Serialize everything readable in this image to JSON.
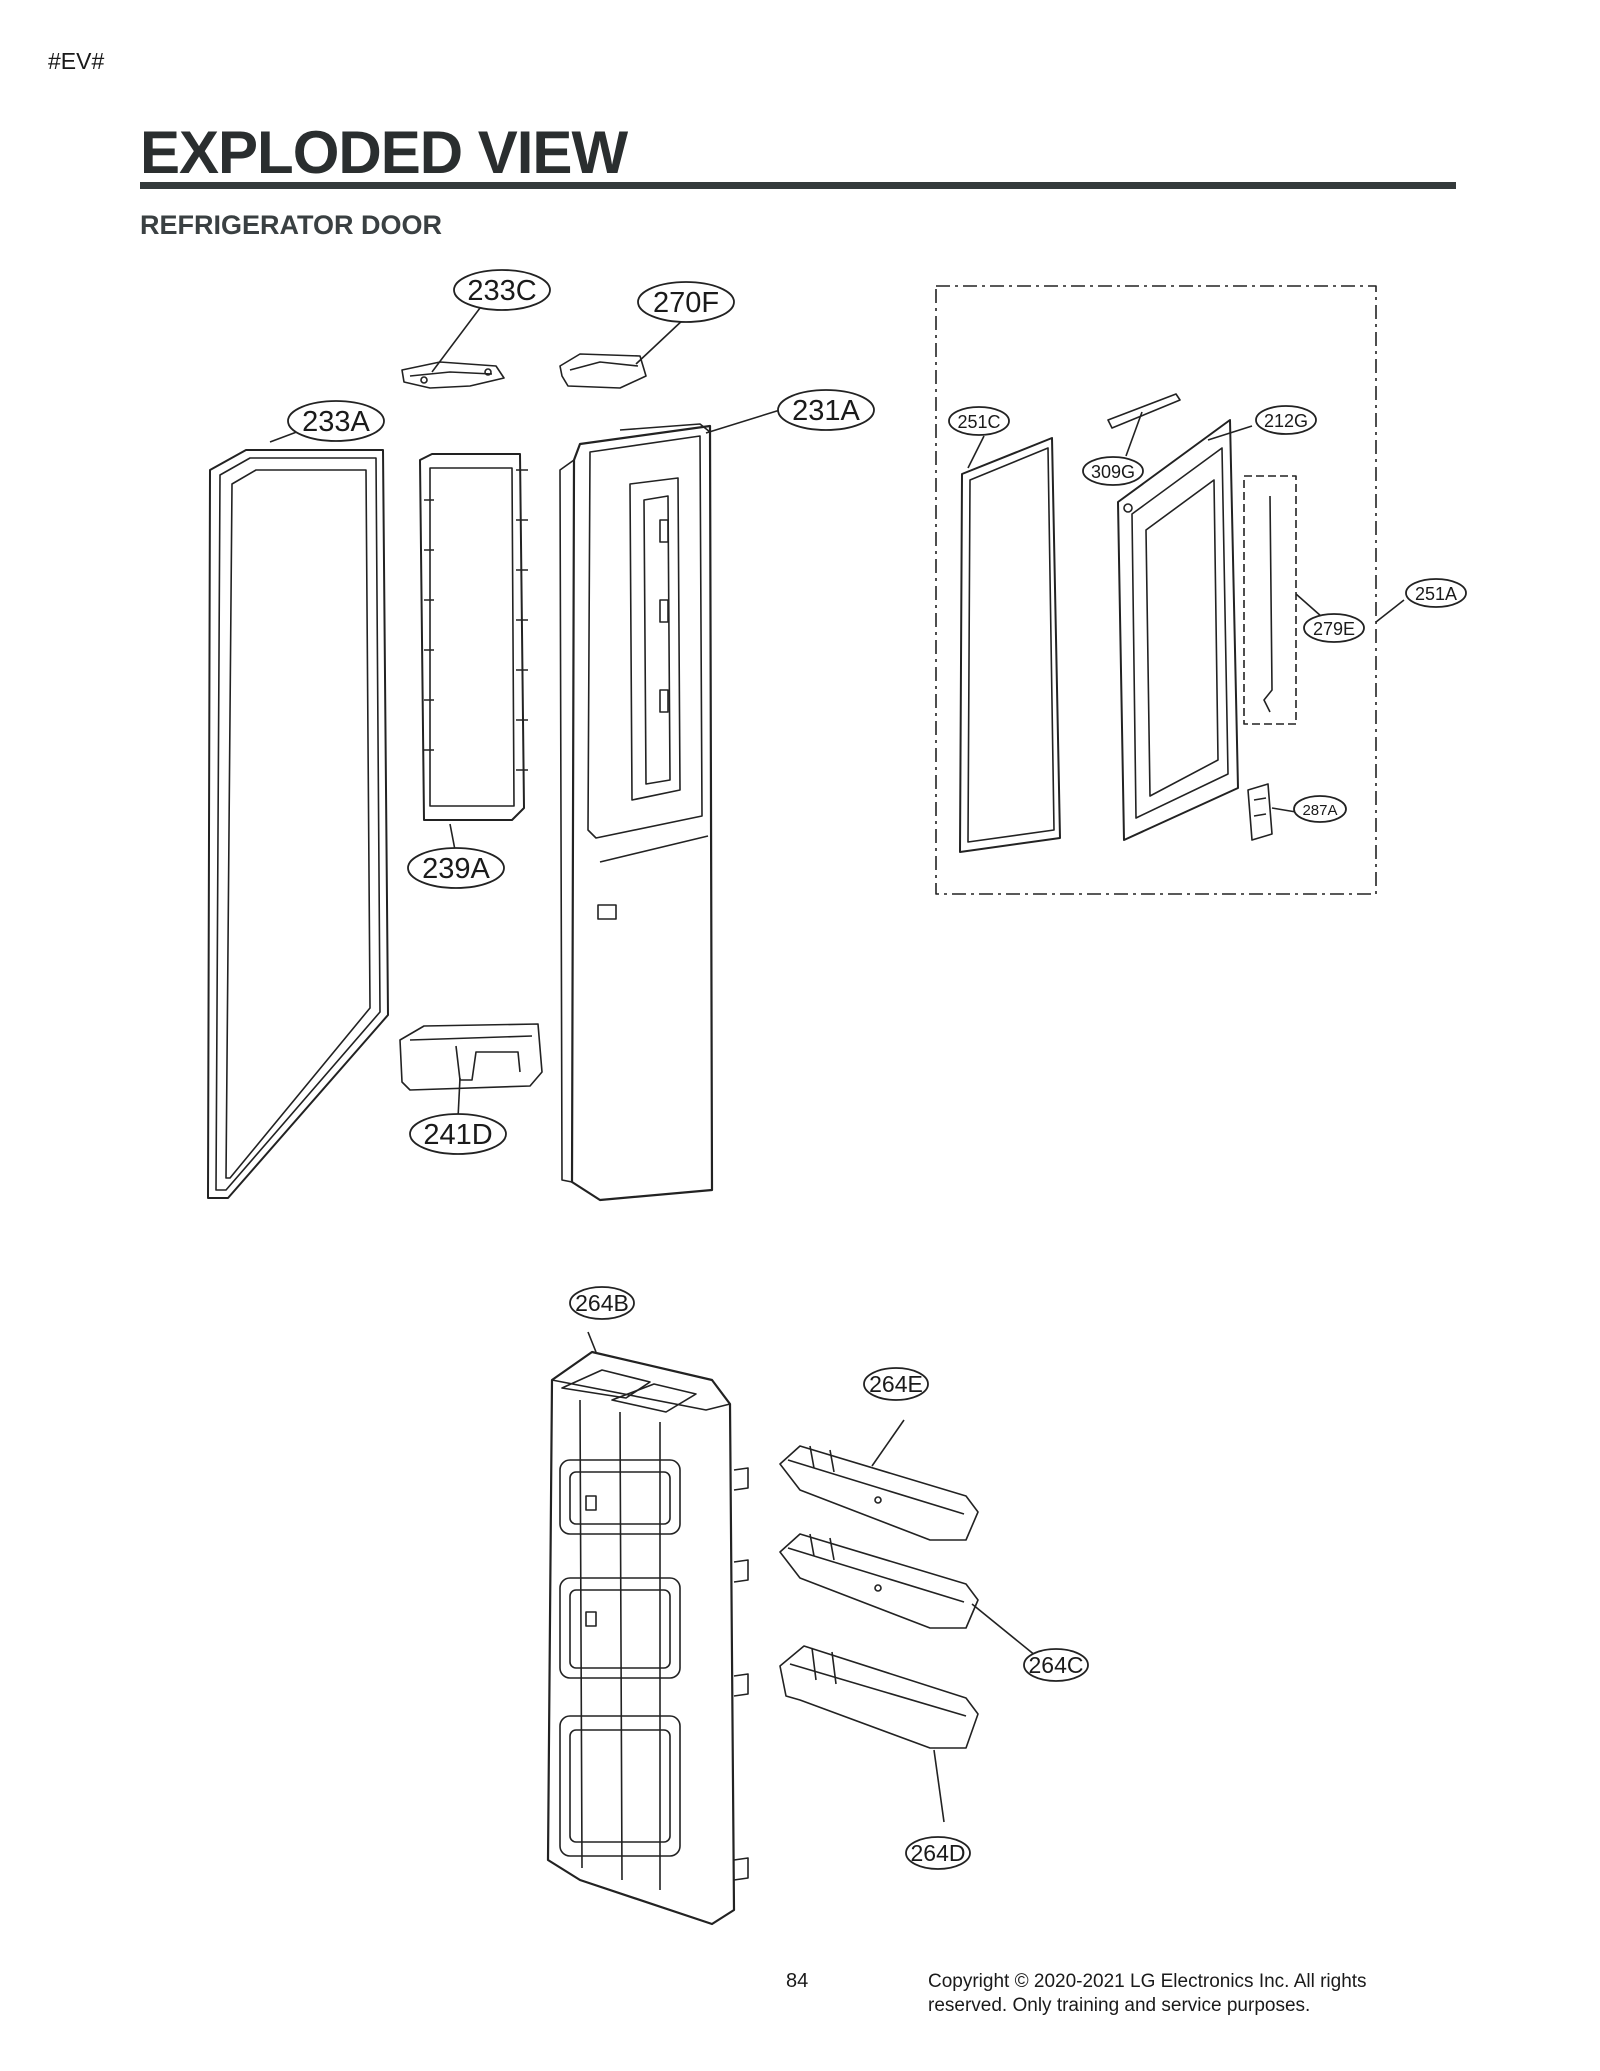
{
  "page": {
    "marker": "#EV#",
    "title": "EXPLODED VIEW",
    "subtitle": "REFRIGERATOR DOOR",
    "page_number": "84",
    "copyright_line1": "Copyright © 2020-2021 LG Electronics Inc. All rights",
    "copyright_line2": "reserved. Only training and service purposes."
  },
  "callouts": {
    "c233C": "233C",
    "c270F": "270F",
    "c233A": "233A",
    "c231A": "231A",
    "c239A": "239A",
    "c241D": "241D",
    "c251C": "251C",
    "c212G": "212G",
    "c309G": "309G",
    "c251A": "251A",
    "c279E": "279E",
    "c287A": "287A",
    "c264B": "264B",
    "c264E": "264E",
    "c264C": "264C",
    "c264D": "264D"
  }
}
